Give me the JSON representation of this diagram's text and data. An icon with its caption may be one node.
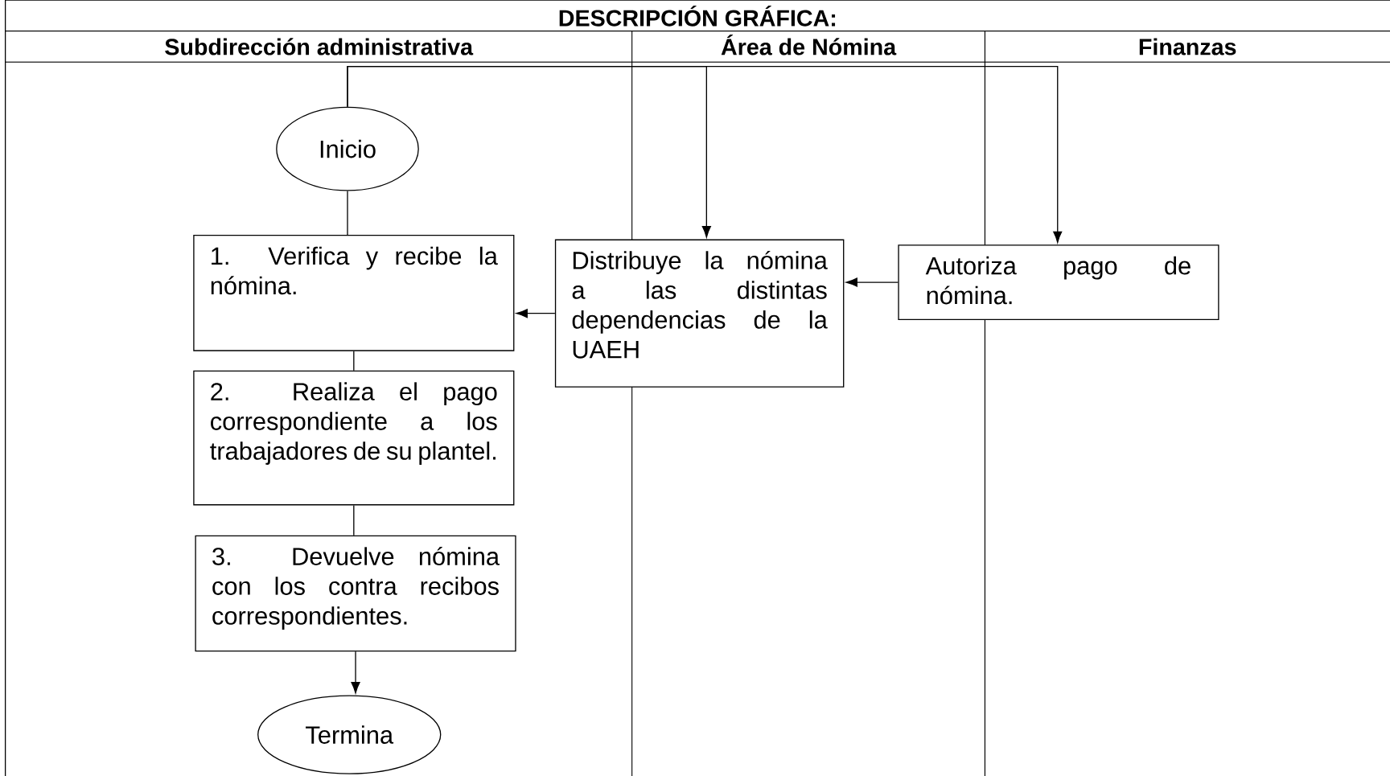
{
  "diagram": {
    "title": "DESCRIPCIÓN GRÁFICA:",
    "nodes": [
      {
        "text": [
          "Inicio"
        ]
      },
      {
        "text": [
          "1. Verifica y recibe la nómina."
        ]
      },
      {
        "text": [
          "2. Realiza el pago correspondiente a los trabajadores de su plantel."
        ]
      },
      {
        "text": [
          "3. Devuelve nómina con los contra recibos correspondientes."
        ]
      },
      {
        "text": [
          "Termina"
        ]
      },
      {
        "text": [
          "Distribuye la nómina a las distintas dependencias de la UAEH"
        ]
      },
      {
        "text": [
          "Autoriza pago de nómina."
        ]
      }
    ],
    "edges": [
      {
        "from": 0,
        "to": 5,
        "arrow": "to"
      },
      {
        "from": 0,
        "to": 6,
        "arrow": "to"
      },
      {
        "from": 6,
        "to": 5,
        "arrow": "to"
      },
      {
        "from": 5,
        "to": 1,
        "arrow": "to"
      },
      {
        "from": 0,
        "to": 1,
        "arrow": "none"
      },
      {
        "from": 1,
        "to": 2,
        "arrow": "none"
      },
      {
        "from": 2,
        "to": 3,
        "arrow": "none"
      },
      {
        "from": 3,
        "to": 4,
        "arrow": "to"
      }
    ],
    "labels": [
      "Subdirección administrativa",
      "Área de Nómina",
      "Finanzas"
    ]
  }
}
